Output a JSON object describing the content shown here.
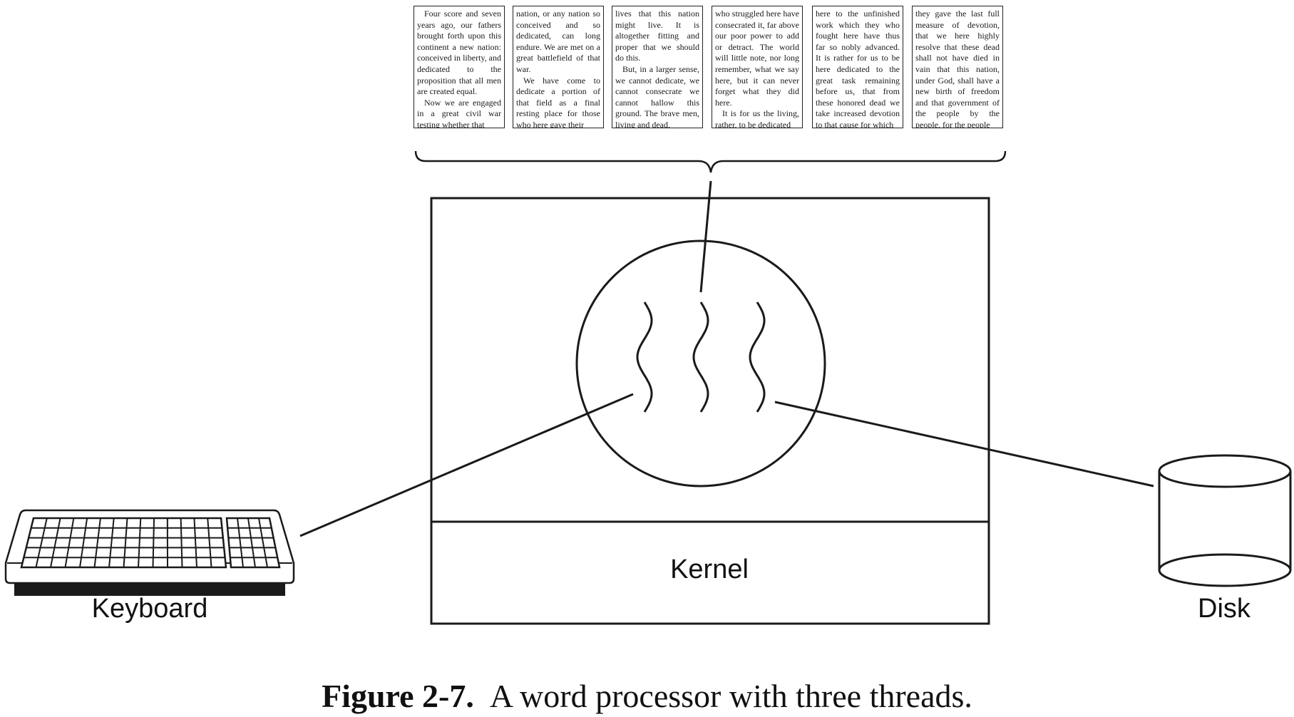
{
  "document_pages": [
    {
      "paragraphs": [
        {
          "text": "Four score and seven years ago, our fathers brought forth upon this continent a new nation: conceived in liberty, and dedicated to the proposition that all men are created equal.",
          "indent": true
        },
        {
          "text": "Now we are engaged in a great civil war testing whether that",
          "indent": true
        }
      ]
    },
    {
      "paragraphs": [
        {
          "text": "nation, or any nation so conceived and so dedicated, can long endure. We are met on a great battlefield of that war.",
          "indent": false
        },
        {
          "text": "We have come to dedicate a portion of that field as a final resting place for those who here gave their",
          "indent": true
        }
      ]
    },
    {
      "paragraphs": [
        {
          "text": "lives that this nation might live. It is altogether fitting and proper that we should do this.",
          "indent": false
        },
        {
          "text": "But, in a larger sense, we cannot dedicate, we cannot consecrate we cannot hallow this ground. The brave men, living and dead,",
          "indent": true
        }
      ]
    },
    {
      "paragraphs": [
        {
          "text": "who struggled here have consecrated it, far above our poor power to add or detract. The world will little note, nor long remember, what we say here, but it can never forget what they did here.",
          "indent": false
        },
        {
          "text": "It is for us the living, rather, to be dedicated",
          "indent": true
        }
      ]
    },
    {
      "paragraphs": [
        {
          "text": "here to the unfinished work which they who fought here have thus far so nobly advanced. It is rather for us to be here dedicated to the great task remaining before us, that from these honored dead we take increased devotion to that cause for which",
          "indent": false
        }
      ]
    },
    {
      "paragraphs": [
        {
          "text": "they gave the last full measure of devotion, that we here highly resolve that these dead shall not have died in vain that this nation, under God, shall have a new birth of freedom and that government of the people by the people, for the people",
          "indent": false
        }
      ]
    }
  ],
  "labels": {
    "kernel": "Kernel",
    "keyboard": "Keyboard",
    "disk": "Disk"
  },
  "caption": {
    "number": "Figure 2-7.",
    "text": "A word processor with three threads."
  },
  "diagram": {
    "thread_count": 3,
    "line_color": "#1a1a1a"
  }
}
